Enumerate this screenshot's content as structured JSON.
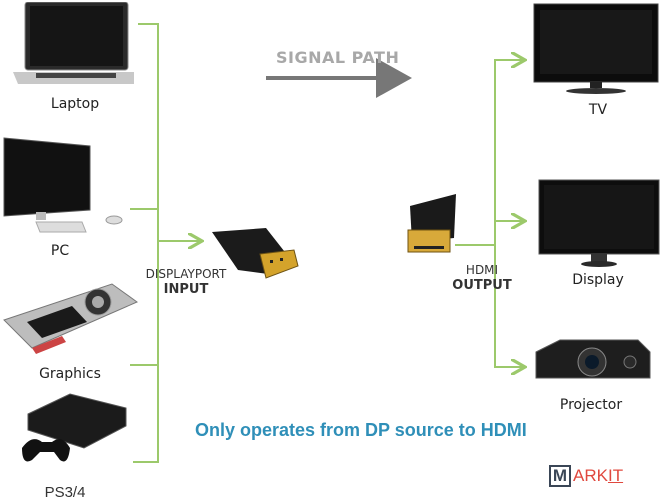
{
  "signal_path": {
    "label": "SIGNAL PATH"
  },
  "inputs": [
    {
      "label": "Laptop",
      "icon": "laptop-icon"
    },
    {
      "label": "PC",
      "icon": "desktop-pc-icon"
    },
    {
      "label": "Graphics",
      "icon": "graphics-card-icon"
    },
    {
      "label": "PS3/4",
      "icon": "game-console-icon"
    }
  ],
  "input_connector": {
    "line1": "DISPLAYPORT",
    "line2": "INPUT",
    "icon": "displayport-plug-icon"
  },
  "output_connector": {
    "line1": "HDMI",
    "line2": "OUTPUT",
    "icon": "hdmi-plug-icon"
  },
  "outputs": [
    {
      "label": "TV",
      "icon": "tv-icon"
    },
    {
      "label": "Display",
      "icon": "monitor-icon"
    },
    {
      "label": "Projector",
      "icon": "projector-icon"
    }
  ],
  "note": "Only operates from DP source to HDMI",
  "logo": {
    "box_letter": "M",
    "text": "ARK",
    "underlined": "IT"
  },
  "colors": {
    "line_green": "#9cc96b",
    "note_blue": "#2f8fb8",
    "logo_red": "#e0483e",
    "logo_dark": "#3a4656",
    "signal_gray": "#a8a8a8"
  }
}
